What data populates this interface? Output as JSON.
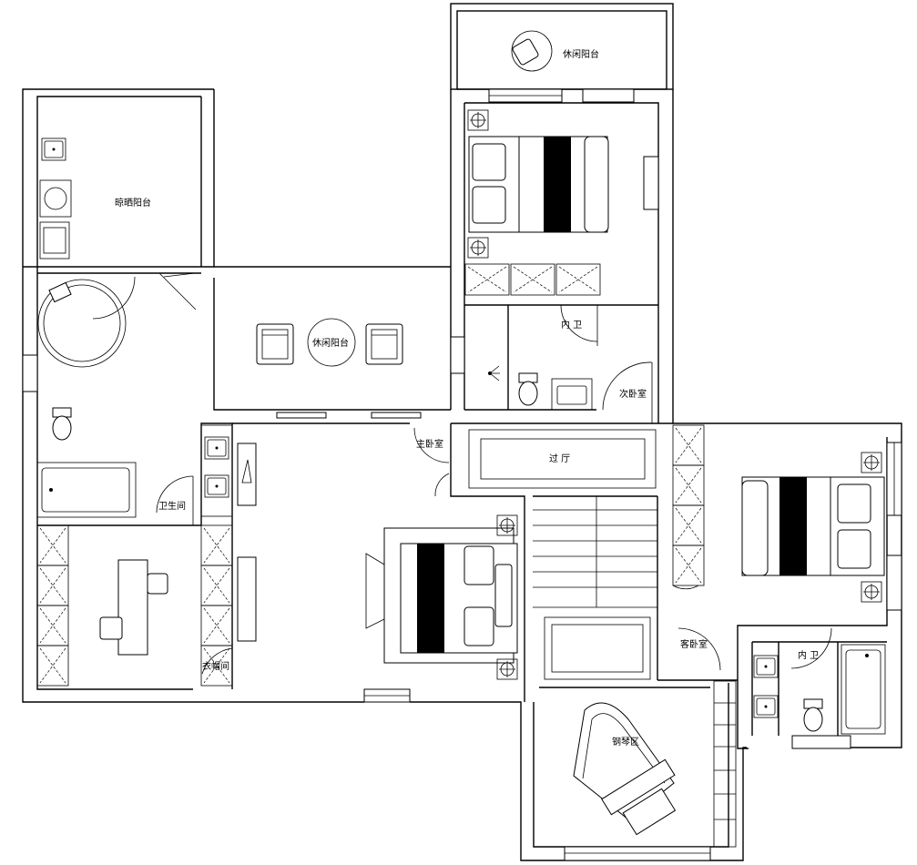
{
  "rooms": {
    "leisure_balcony_top": "休闲阳台",
    "laundry_balcony": "晾晒阳台",
    "leisure_balcony_mid": "休闲阳台",
    "bathroom": "卫生间",
    "master_bedroom": "主卧室",
    "hallway": "过 厅",
    "inner_bath_top": "内 卫",
    "second_bedroom_top": "次卧室",
    "master_closet": "衣帽间",
    "guest_bedroom": "客卧室",
    "inner_bath_right": "内 卫",
    "piano_area": "钢琴区"
  }
}
